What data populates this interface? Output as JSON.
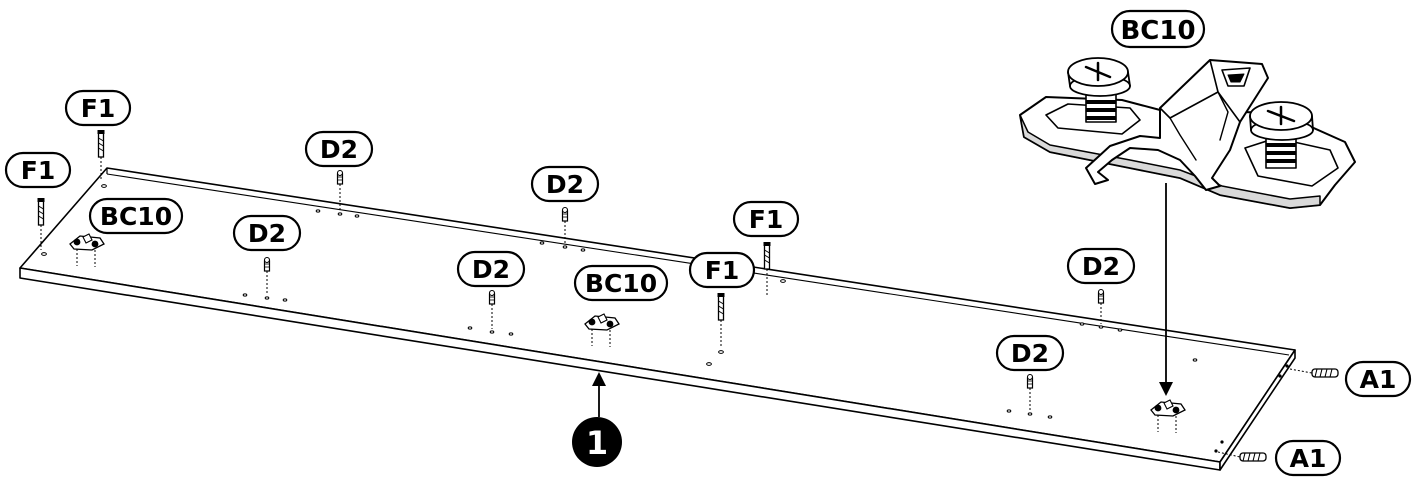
{
  "colors": {
    "ink": "#000000",
    "paper": "#ffffff",
    "grey": "#d9d9d9"
  },
  "labels": {
    "bc10_detail": "BC10",
    "f1_a": "F1",
    "f1_b": "F1",
    "f1_c": "F1",
    "f1_d": "F1",
    "bc10_a": "BC10",
    "bc10_b": "BC10",
    "d2_a": "D2",
    "d2_b": "D2",
    "d2_c": "D2",
    "d2_d": "D2",
    "d2_e": "D2",
    "d2_f": "D2",
    "a1_a": "A1",
    "a1_b": "A1",
    "panel_number": "1"
  },
  "icons": {
    "detail": "hinge-plate-detail-icon",
    "hinge": "hinge-plate-icon",
    "dowel": "wooden-dowel-icon",
    "cam": "cam-bolt-icon",
    "screw": "screw-icon"
  }
}
